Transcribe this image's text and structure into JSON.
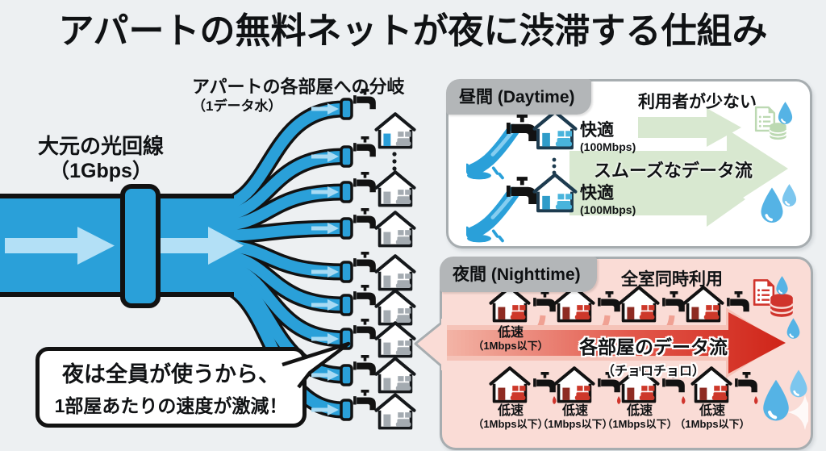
{
  "title": "アパートの無料ネットが夜に渋滞する仕組み",
  "left_diagram": {
    "source_label_line1": "大元の光回線",
    "source_label_line2": "（1Gbps）",
    "branch_label_line1": "アパートの各部屋への分岐",
    "branch_label_line2": "（1データ水）",
    "speech_bubble_line1": "夜は全員が使うから、",
    "speech_bubble_line2": "1部屋あたりの速度が激減！"
  },
  "daytime_panel": {
    "badge": "昼間 (Daytime)",
    "headline": "利用者が少ない",
    "flow_label": "スムーズなデータ流",
    "rooms": [
      {
        "status": "快適",
        "speed": "(100Mbps)"
      },
      {
        "status": "快適",
        "speed": "(100Mbps)"
      }
    ]
  },
  "nighttime_panel": {
    "badge": "夜間 (Nighttime)",
    "headline": "全室同時利用",
    "flow_label_line1": "各部屋のデータ流",
    "flow_label_line2": "（チョロチョロ）",
    "top_room": {
      "status": "低速",
      "speed": "（1Mbps以下）"
    },
    "bottom_rooms": [
      {
        "status": "低速",
        "speed": "（1Mbps以下）"
      },
      {
        "status": "低速",
        "speed": "（1Mbps以下）"
      },
      {
        "status": "低速",
        "speed": "（1Mbps以下）"
      },
      {
        "status": "低速",
        "speed": "（1Mbps以下）"
      }
    ]
  },
  "colors": {
    "background": "#edf0f2",
    "pipe_blue": "#2aa0d9",
    "pipe_outline": "#121212",
    "pipe_arrow_light": "#aedef6",
    "panel_border": "#a7adb0",
    "badge_gray": "#b3b6b8",
    "daytime_bg": "#ffffff",
    "daytime_arrow_green": "#d8e8d0",
    "nighttime_bg": "#fadcd6",
    "nighttime_arrow_red": "#cf2418",
    "icon_red": "#d0342c",
    "icon_green": "#bcd9b2",
    "water_drop_blue": "#55b3e5",
    "house_interior_gray": "#a4abb1",
    "house_interior_day": "#49b4dc",
    "house_interior_night": "#cd382a"
  }
}
